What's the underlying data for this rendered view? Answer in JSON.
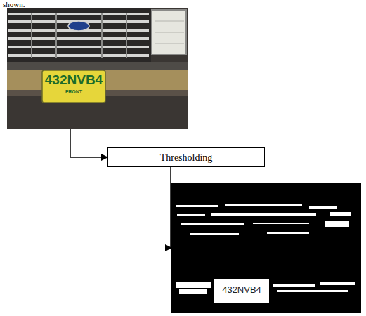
{
  "diagram": {
    "nodes": [
      {
        "text": [
          "432NVB4",
          "FRONT"
        ]
      },
      {
        "text": [
          "Thresholding"
        ]
      },
      {
        "text": [
          "432NVB4"
        ]
      }
    ],
    "edges": [
      {
        "from": 0,
        "to": 1,
        "arrow": "to"
      },
      {
        "from": 1,
        "to": 2,
        "arrow": "to"
      }
    ],
    "labels": [
      "shown."
    ]
  }
}
